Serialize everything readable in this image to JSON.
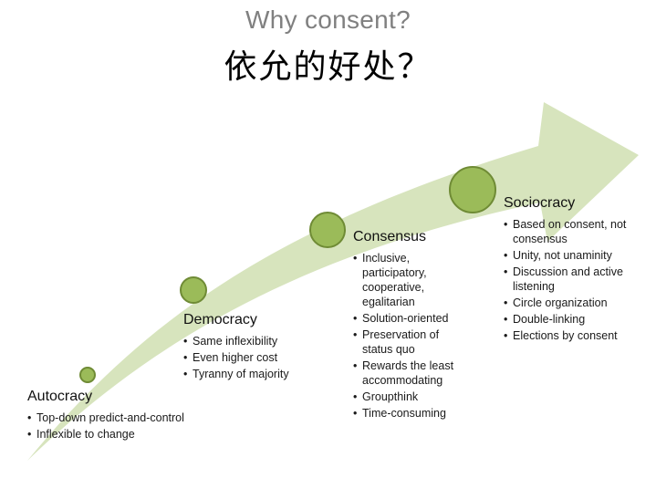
{
  "title": "Why consent?",
  "subtitle": "依允的好处？",
  "colors": {
    "arrow_fill": "#d7e4bd",
    "dot_fill": "#9bbb59",
    "dot_border": "#6f8b35"
  },
  "stages": [
    {
      "name": "Autocracy",
      "items": [
        "Top-down predict-and-control",
        "Inflexible to change"
      ]
    },
    {
      "name": "Democracy",
      "items": [
        "Same inflexibility",
        "Even higher cost",
        "Tyranny of majority"
      ]
    },
    {
      "name": "Consensus",
      "items": [
        "Inclusive, participatory, cooperative, egalitarian",
        "Solution-oriented",
        "Preservation of status quo",
        "Rewards the least accommodating",
        "Groupthink",
        "Time-consuming"
      ]
    },
    {
      "name": "Sociocracy",
      "items": [
        "Based on consent, not consensus",
        "Unity, not unaminity",
        "Discussion and active listening",
        "Circle organization",
        "Double-linking",
        "Elections by consent"
      ]
    }
  ]
}
